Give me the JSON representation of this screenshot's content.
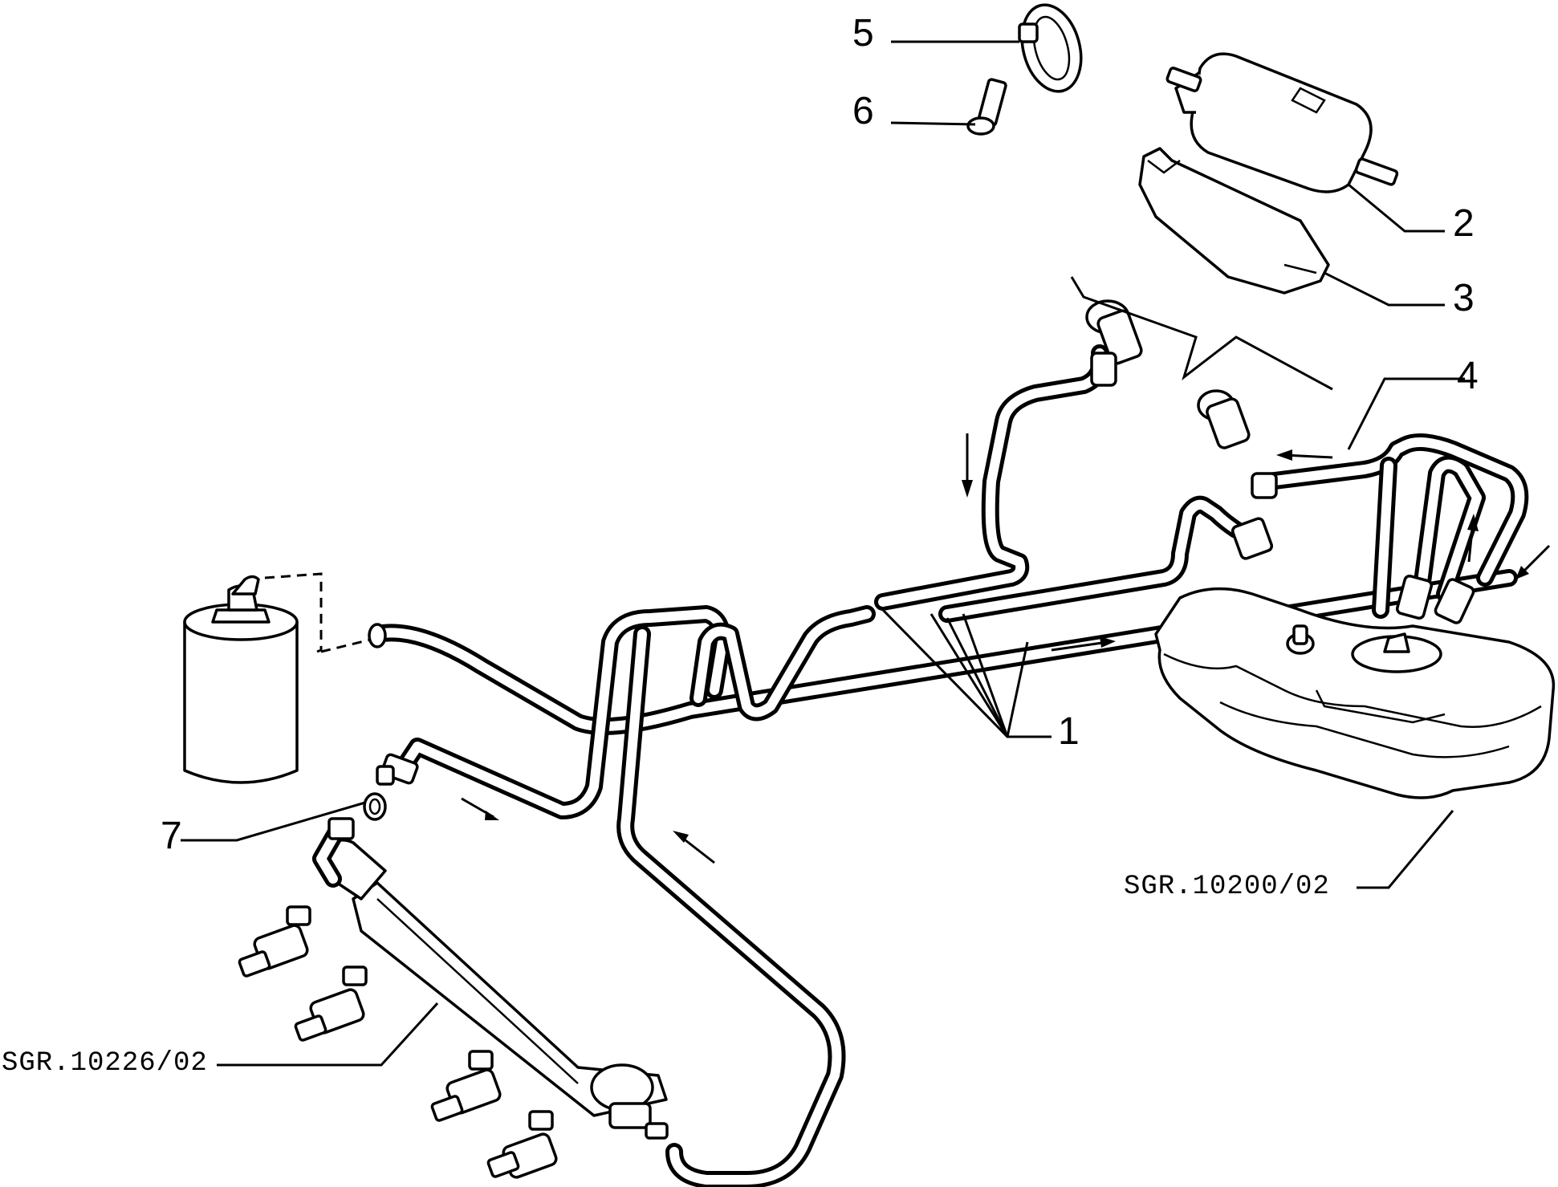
{
  "diagram": {
    "callouts": [
      {
        "id": "1",
        "label": "1"
      },
      {
        "id": "2",
        "label": "2"
      },
      {
        "id": "3",
        "label": "3"
      },
      {
        "id": "4",
        "label": "4"
      },
      {
        "id": "5",
        "label": "5"
      },
      {
        "id": "6",
        "label": "6"
      },
      {
        "id": "7",
        "label": "7"
      }
    ],
    "references": {
      "tank": "SGR.10200/02",
      "injectors": "SGR.10226/02"
    }
  }
}
